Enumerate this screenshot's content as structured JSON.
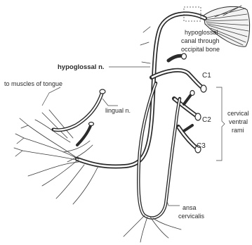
{
  "labels": {
    "hypoglossal_canal": [
      "hypoglossal",
      "canal through",
      "occipital bone"
    ],
    "hypoglossal_nerve": "hypoglossal n.",
    "muscles_of_tongue": "to muscles of tongue",
    "lingual_nerve": "lingual n.",
    "c1": "C1",
    "c2": "C2",
    "c3": "C3",
    "cervical_ventral_rami": [
      "cervical",
      "ventral",
      "rami"
    ],
    "ansa_cervicalis": [
      "ansa",
      "cervicalis"
    ]
  },
  "colors": {
    "ink": "#2b2b2b",
    "background": "#ffffff"
  }
}
